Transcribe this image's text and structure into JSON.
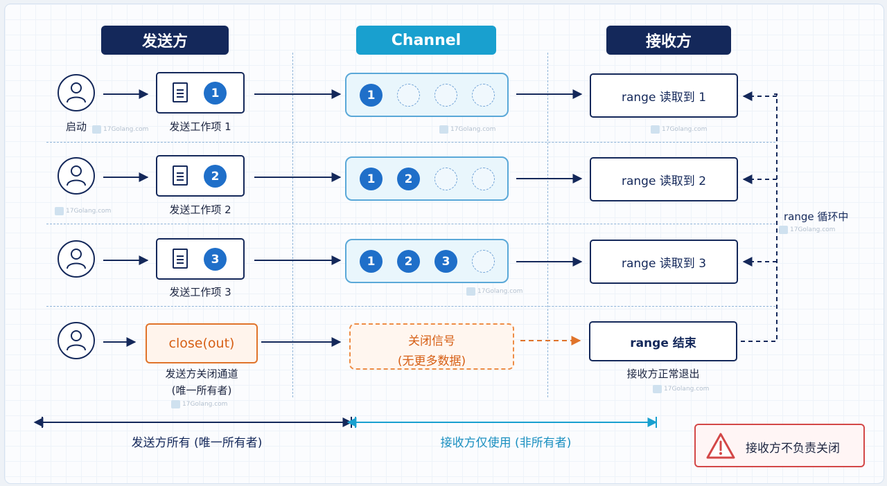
{
  "headers": {
    "sender": "发送方",
    "channel": "Channel",
    "receiver": "接收方"
  },
  "rows": [
    {
      "user_label": "启动",
      "send_label": "发送工作项 1",
      "item": "1",
      "buffer": [
        "1"
      ],
      "recv_label": "range 读取到 1"
    },
    {
      "user_label": "",
      "send_label": "发送工作项 2",
      "item": "2",
      "buffer": [
        "1",
        "2"
      ],
      "recv_label": "range 读取到 2"
    },
    {
      "user_label": "",
      "send_label": "发送工作项 3",
      "item": "3",
      "buffer": [
        "1",
        "2",
        "3"
      ],
      "recv_label": "range 读取到 3"
    }
  ],
  "close_row": {
    "action": "close(out)",
    "caption_line1": "发送方关闭通道",
    "caption_line2": "(唯一所有者)",
    "signal_line1": "关闭信号",
    "signal_line2": "(无更多数据)",
    "recv_label": "range 结束",
    "recv_caption": "接收方正常退出"
  },
  "loop_label": "range 循环中",
  "watermark": "17Golang.com",
  "ownership": {
    "sender": "发送方所有 (唯一所有者)",
    "receiver": "接收方仅使用 (非所有者)"
  },
  "warning": {
    "text": "接收方不负责关闭",
    "icon": "warning-icon"
  },
  "colors": {
    "navy": "#14285a",
    "cyan": "#19a0cf",
    "orange": "#e0732a",
    "red": "#d34747",
    "blue": "#1f6fc9"
  }
}
